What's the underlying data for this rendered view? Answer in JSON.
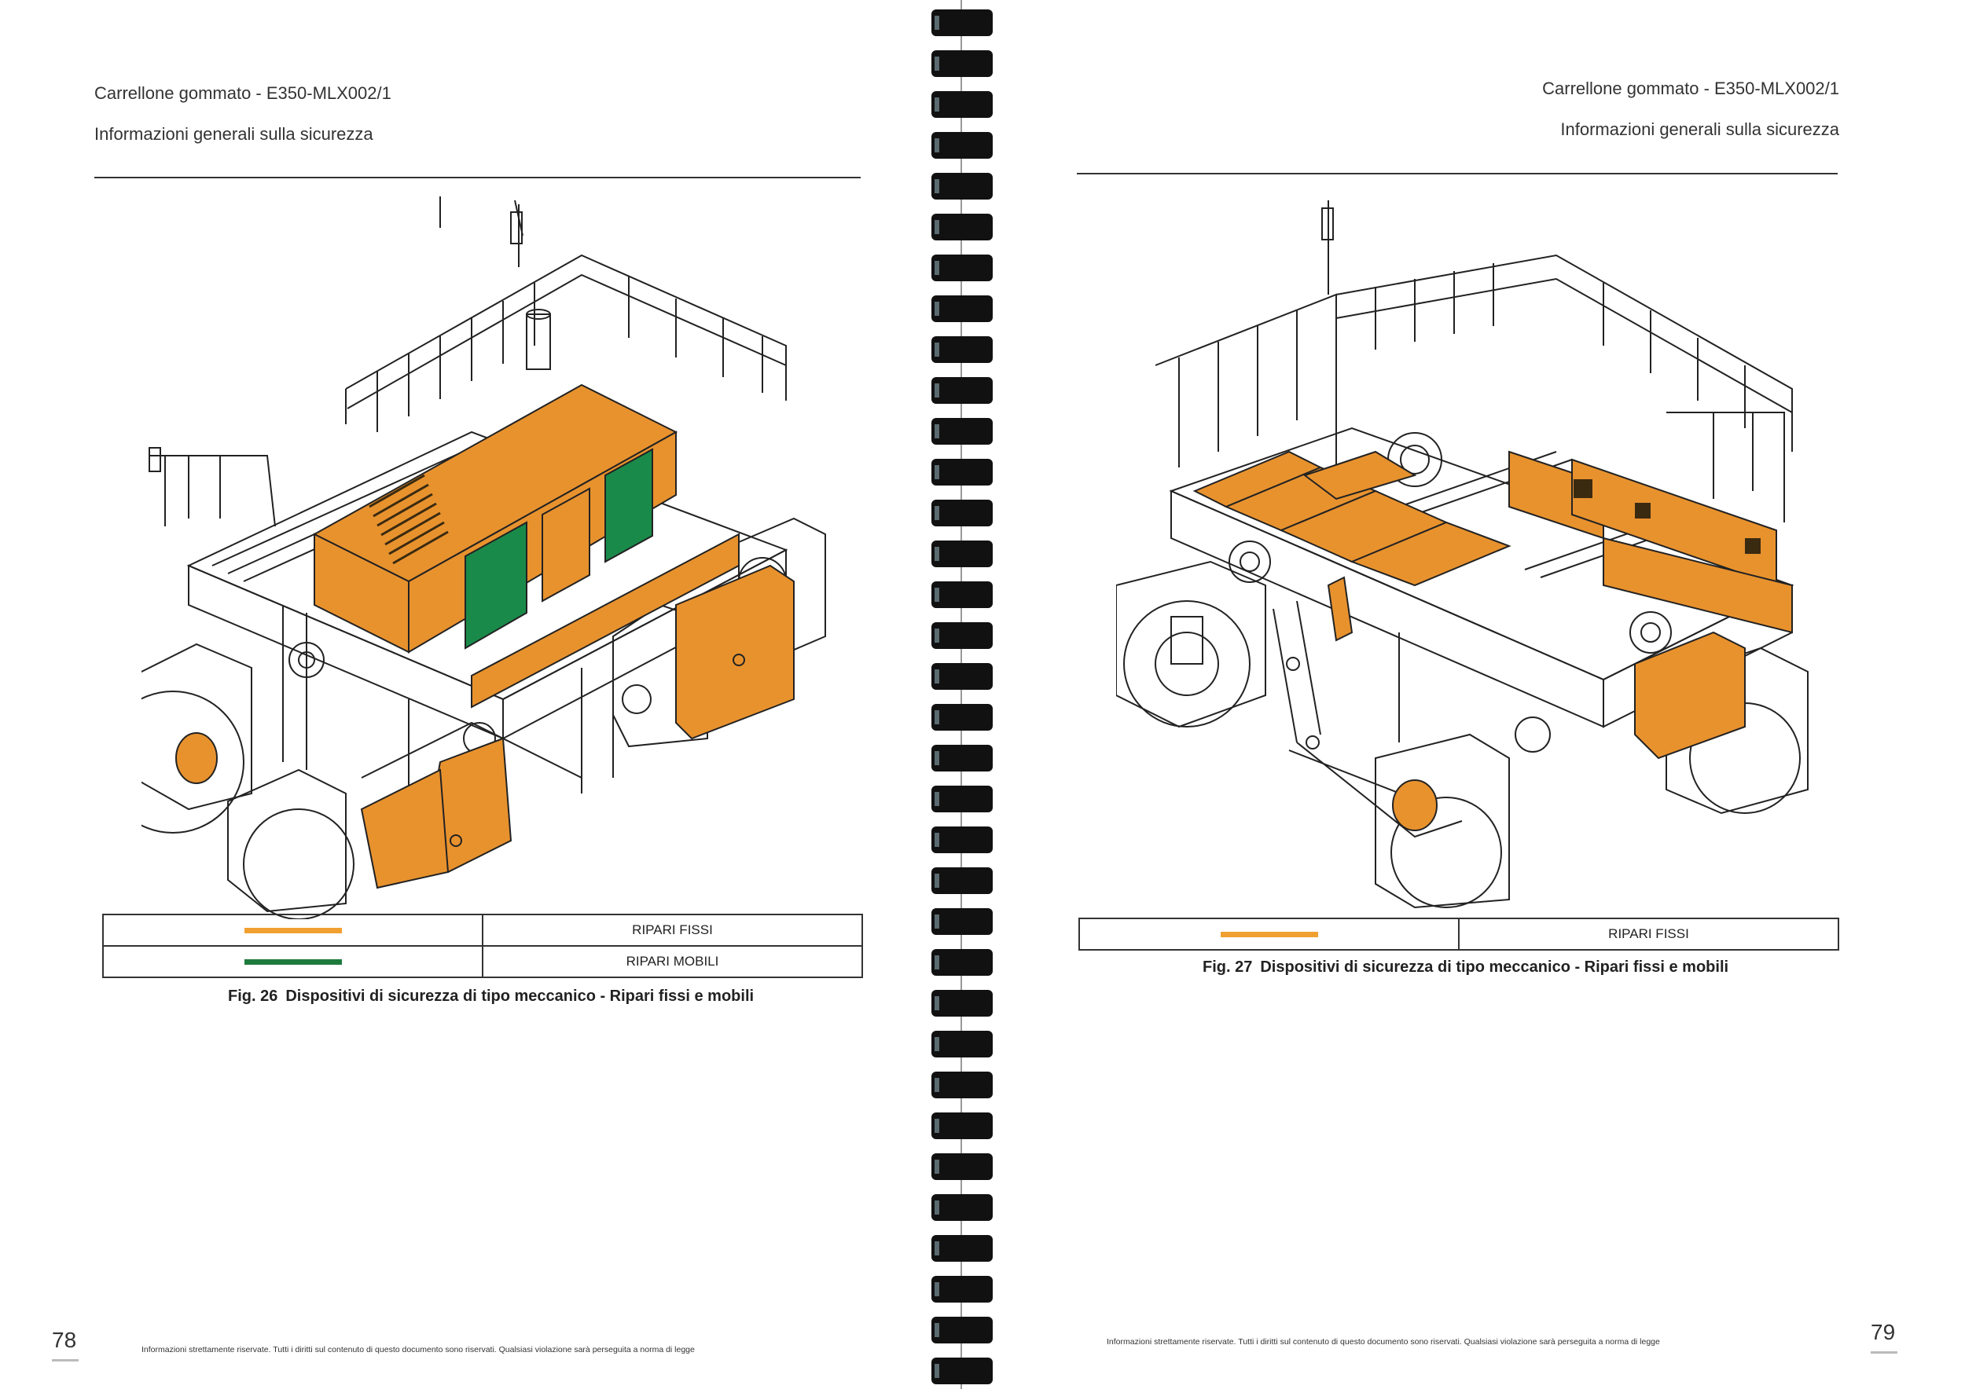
{
  "left_page": {
    "header_title": "Carrellone gommato - E350-MLX002/1",
    "header_subtitle": "Informazioni generali sulla sicurezza",
    "legend": [
      {
        "color": "#f0a030",
        "label": "RIPARI FISSI"
      },
      {
        "color": "#1e7a3c",
        "label": "RIPARI MOBILI"
      }
    ],
    "figure_number": "Fig. 26",
    "figure_caption": "Dispositivi di sicurezza di tipo meccanico - Ripari fissi e mobili",
    "page_number": "78",
    "footer": "Informazioni strettamente riservate. Tutti i diritti sul contenuto di questo documento sono riservati. Qualsiasi violazione sarà perseguita a norma di legge"
  },
  "right_page": {
    "header_title": "Carrellone gommato - E350-MLX002/1",
    "header_subtitle": "Informazioni generali sulla sicurezza",
    "legend": [
      {
        "color": "#f0a030",
        "label": "RIPARI FISSI"
      }
    ],
    "figure_number": "Fig. 27",
    "figure_caption": "Dispositivi di sicurezza di tipo meccanico - Ripari fissi e mobili",
    "page_number": "79",
    "footer": "Informazioni strettamente riservate. Tutti i diritti sul contenuto di questo documento sono riservati. Qualsiasi violazione sarà perseguita a norma di legge"
  },
  "colors": {
    "fixed_guard": "#e8922e",
    "mobile_guard": "#1a8a4a",
    "line": "#222222"
  }
}
